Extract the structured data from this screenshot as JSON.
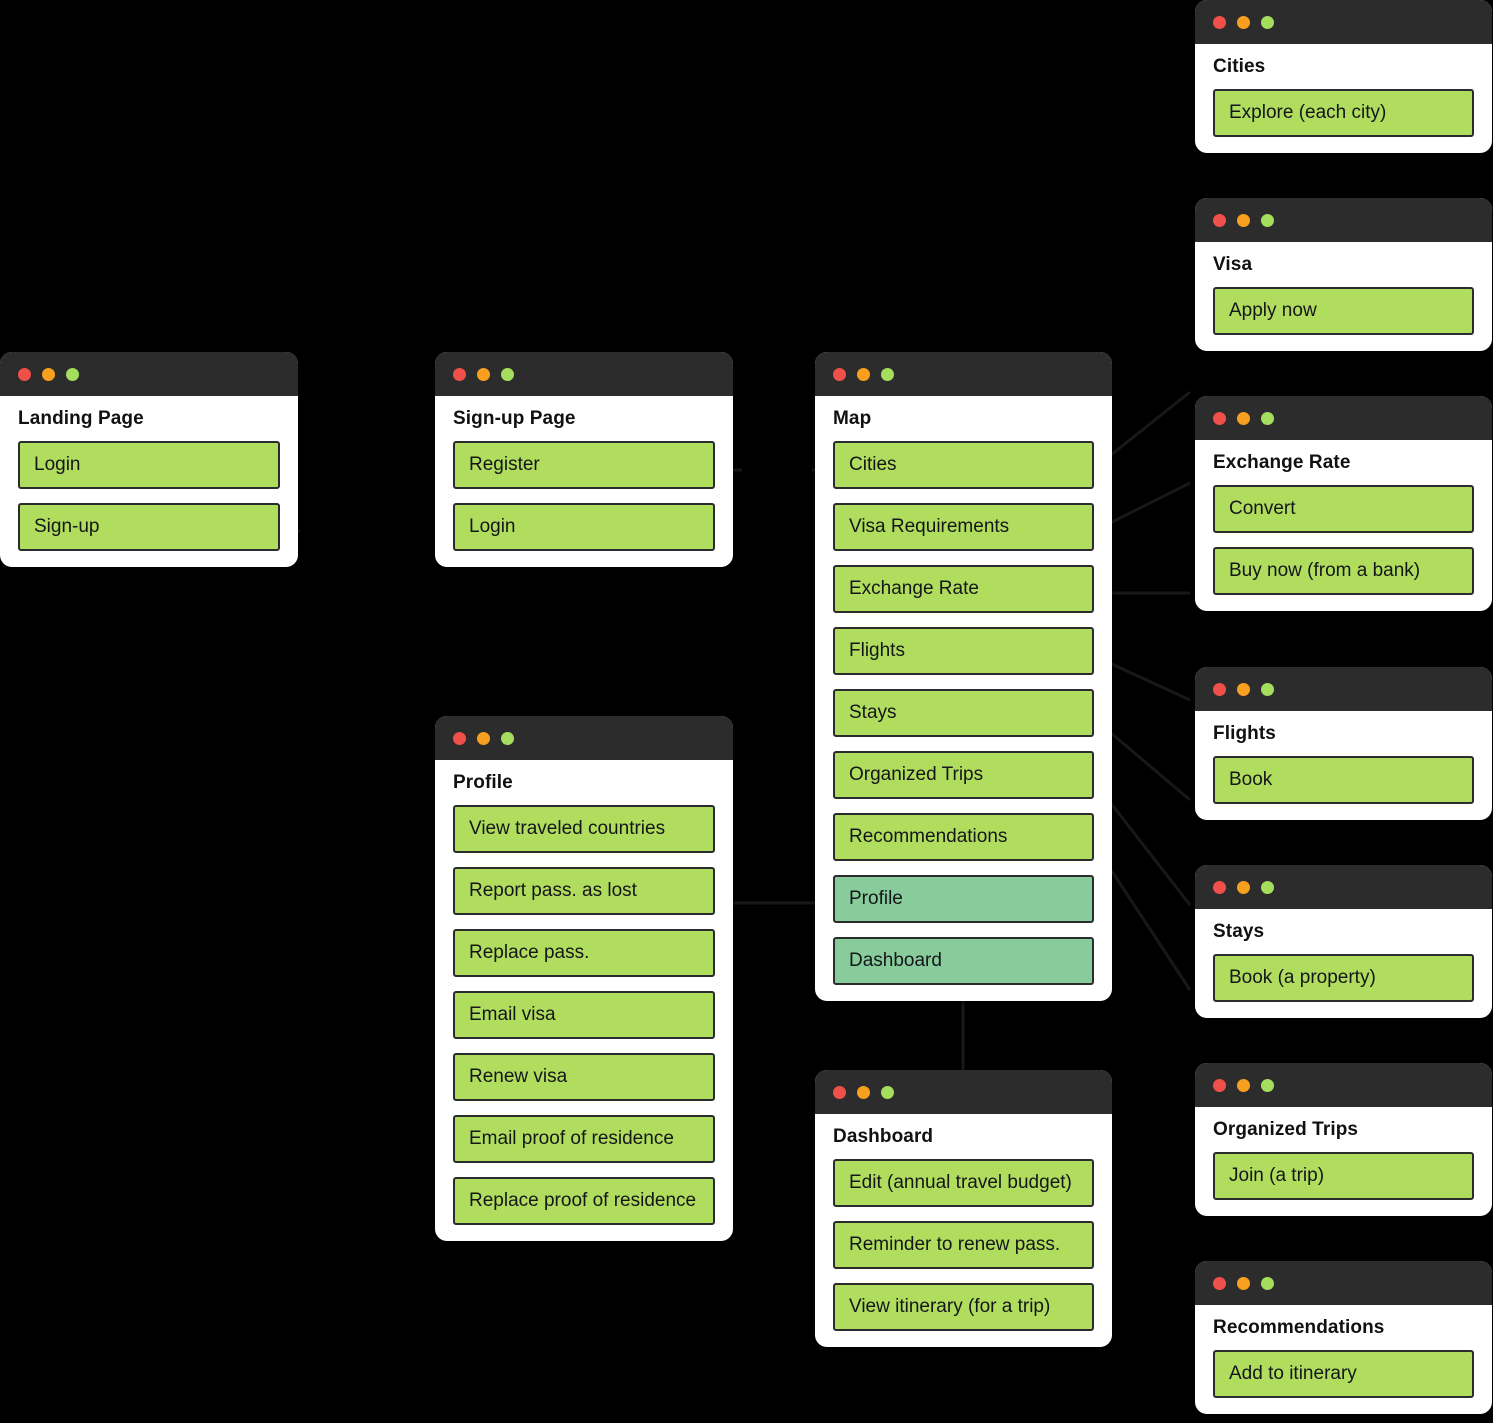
{
  "diagram": {
    "type": "user-flow",
    "accent_green": "#b0dd5e",
    "accent_teal": "#88cc9c",
    "chrome_color": "#2c2c2c",
    "background": "#000000",
    "traffic_lights": {
      "close": "#f0504a",
      "minimize": "#f79f1f",
      "zoom": "#a5dd5c"
    }
  },
  "cards": {
    "landing": {
      "title": "Landing Page",
      "items": [
        {
          "label": "Login",
          "style": "green"
        },
        {
          "label": "Sign-up",
          "style": "green"
        }
      ]
    },
    "signup": {
      "title": "Sign-up Page",
      "items": [
        {
          "label": "Register",
          "style": "green"
        },
        {
          "label": "Login",
          "style": "green"
        }
      ]
    },
    "profile": {
      "title": "Profile",
      "items": [
        {
          "label": "View traveled countries",
          "style": "green"
        },
        {
          "label": "Report pass. as lost",
          "style": "green"
        },
        {
          "label": "Replace pass.",
          "style": "green"
        },
        {
          "label": "Email visa",
          "style": "green"
        },
        {
          "label": "Renew visa",
          "style": "green"
        },
        {
          "label": "Email proof of residence",
          "style": "green"
        },
        {
          "label": "Replace proof of residence",
          "style": "green"
        }
      ]
    },
    "map": {
      "title": "Map",
      "items": [
        {
          "label": "Cities",
          "style": "green"
        },
        {
          "label": "Visa Requirements",
          "style": "green"
        },
        {
          "label": "Exchange Rate",
          "style": "green"
        },
        {
          "label": "Flights",
          "style": "green"
        },
        {
          "label": "Stays",
          "style": "green"
        },
        {
          "label": "Organized Trips",
          "style": "green"
        },
        {
          "label": "Recommendations",
          "style": "green"
        },
        {
          "label": "Profile",
          "style": "teal"
        },
        {
          "label": "Dashboard",
          "style": "teal"
        }
      ]
    },
    "dashboard": {
      "title": "Dashboard",
      "items": [
        {
          "label": "Edit (annual travel budget)",
          "style": "green"
        },
        {
          "label": "Reminder to renew pass.",
          "style": "green"
        },
        {
          "label": "View itinerary (for a trip)",
          "style": "green"
        }
      ]
    },
    "cities": {
      "title": "Cities",
      "items": [
        {
          "label": "Explore (each city)",
          "style": "green"
        }
      ]
    },
    "visa": {
      "title": "Visa",
      "items": [
        {
          "label": "Apply now",
          "style": "green"
        }
      ]
    },
    "exchange": {
      "title": "Exchange Rate",
      "items": [
        {
          "label": "Convert",
          "style": "green"
        },
        {
          "label": "Buy now (from a bank)",
          "style": "green"
        }
      ]
    },
    "flights": {
      "title": "Flights",
      "items": [
        {
          "label": "Book",
          "style": "green"
        }
      ]
    },
    "stays": {
      "title": "Stays",
      "items": [
        {
          "label": "Book (a property)",
          "style": "green"
        }
      ]
    },
    "trips": {
      "title": "Organized Trips",
      "items": [
        {
          "label": "Join (a trip)",
          "style": "green"
        }
      ]
    },
    "recommendations": {
      "title": "Recommendations",
      "items": [
        {
          "label": "Add to itinerary",
          "style": "green"
        }
      ]
    }
  }
}
